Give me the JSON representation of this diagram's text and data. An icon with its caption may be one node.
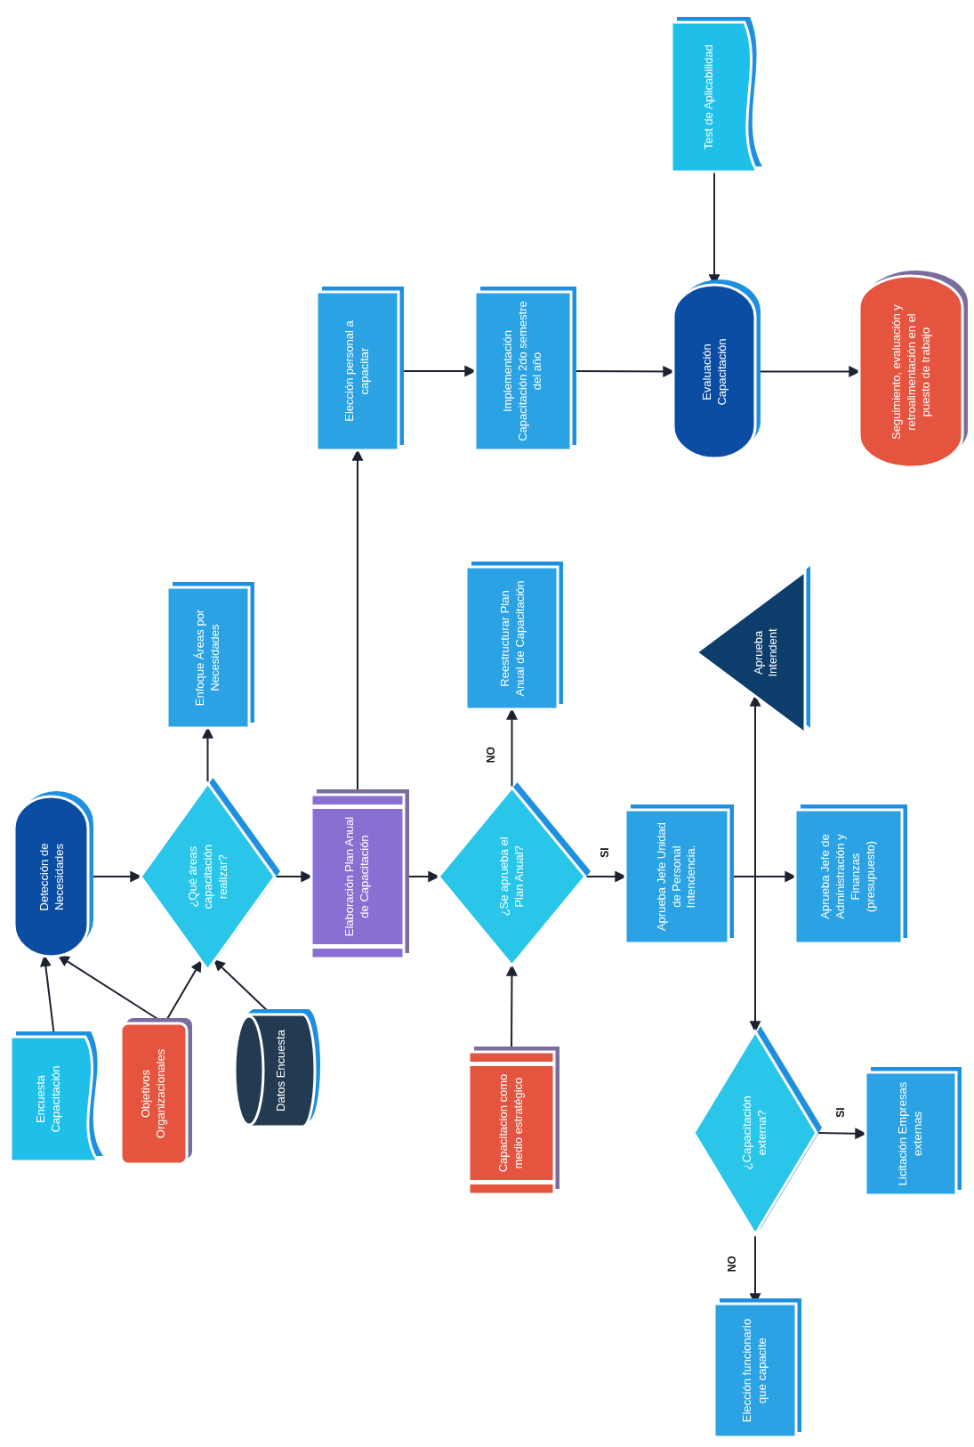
{
  "diagram": {
    "nodes": [
      {
        "text": [
          "Encuesta Capacitación"
        ]
      },
      {
        "text": [
          "Objetivos Organizacionales"
        ]
      },
      {
        "text": [
          "Datos Encuesta"
        ]
      },
      {
        "text": [
          "Detección de Necesidades"
        ]
      },
      {
        "text": [
          "¿Qué áreas capacitación realizar?"
        ]
      },
      {
        "text": [
          "Enfoque Áreas por Necesidades"
        ]
      },
      {
        "text": [
          "Elaboración Plan Anual de Capacitación"
        ]
      },
      {
        "text": [
          "Elección personal a capacitar"
        ]
      },
      {
        "text": [
          "Implementación Capacitación 2do semestre del año"
        ]
      },
      {
        "text": [
          "Evaluación Capacitación"
        ]
      },
      {
        "text": [
          "Test de Aplicabilidad"
        ]
      },
      {
        "text": [
          "Seguimiento, evaluación y retroalimentación en el puesto de trabajo"
        ]
      },
      {
        "text": [
          "Capacitacion como medio estratégico"
        ]
      },
      {
        "text": [
          "¿Se aprueba el Plan Anual?"
        ]
      },
      {
        "text": [
          "Reestructurar Plan Anual de Capacitación"
        ]
      },
      {
        "text": [
          "Aprueba Jefe Unidad de Personal Intendencia."
        ]
      },
      {
        "text": [
          "Aprueba Jefe de Administración y Finanzas (presupuesto)"
        ]
      },
      {
        "text": [
          "Aprueba Intendent"
        ]
      },
      {
        "text": [
          "¿Capacitación externa?"
        ]
      },
      {
        "text": [
          "Licitación Empresas externas"
        ]
      },
      {
        "text": [
          "Elección funcionario que capacite"
        ]
      }
    ],
    "edges": [
      {
        "from": 0,
        "to": 3,
        "arrow": "to"
      },
      {
        "from": 1,
        "to": 3,
        "arrow": "to"
      },
      {
        "from": 1,
        "to": 4,
        "arrow": "to"
      },
      {
        "from": 2,
        "to": 4,
        "arrow": "to"
      },
      {
        "from": 3,
        "to": 4,
        "arrow": "to"
      },
      {
        "from": 4,
        "to": 5,
        "arrow": "to"
      },
      {
        "from": 4,
        "to": 6,
        "arrow": "to"
      },
      {
        "from": 6,
        "to": 7,
        "arrow": "to"
      },
      {
        "from": 6,
        "to": 13,
        "arrow": "to"
      },
      {
        "from": 7,
        "to": 8,
        "arrow": "to"
      },
      {
        "from": 8,
        "to": 9,
        "arrow": "to"
      },
      {
        "from": 10,
        "to": 9,
        "arrow": "to"
      },
      {
        "from": 9,
        "to": 11,
        "arrow": "to"
      },
      {
        "from": 12,
        "to": 13,
        "arrow": "to"
      },
      {
        "from": 13,
        "to": 14,
        "arrow": "to",
        "label": "NO"
      },
      {
        "from": 13,
        "to": 15,
        "arrow": "to",
        "label": "SI"
      },
      {
        "from": 15,
        "to": 16,
        "arrow": "to"
      },
      {
        "from": 17,
        "to": 18,
        "arrow": "both"
      },
      {
        "from": 18,
        "to": 19,
        "arrow": "to",
        "label": "SI"
      },
      {
        "from": 18,
        "to": 20,
        "arrow": "to",
        "label": "NO"
      }
    ]
  }
}
